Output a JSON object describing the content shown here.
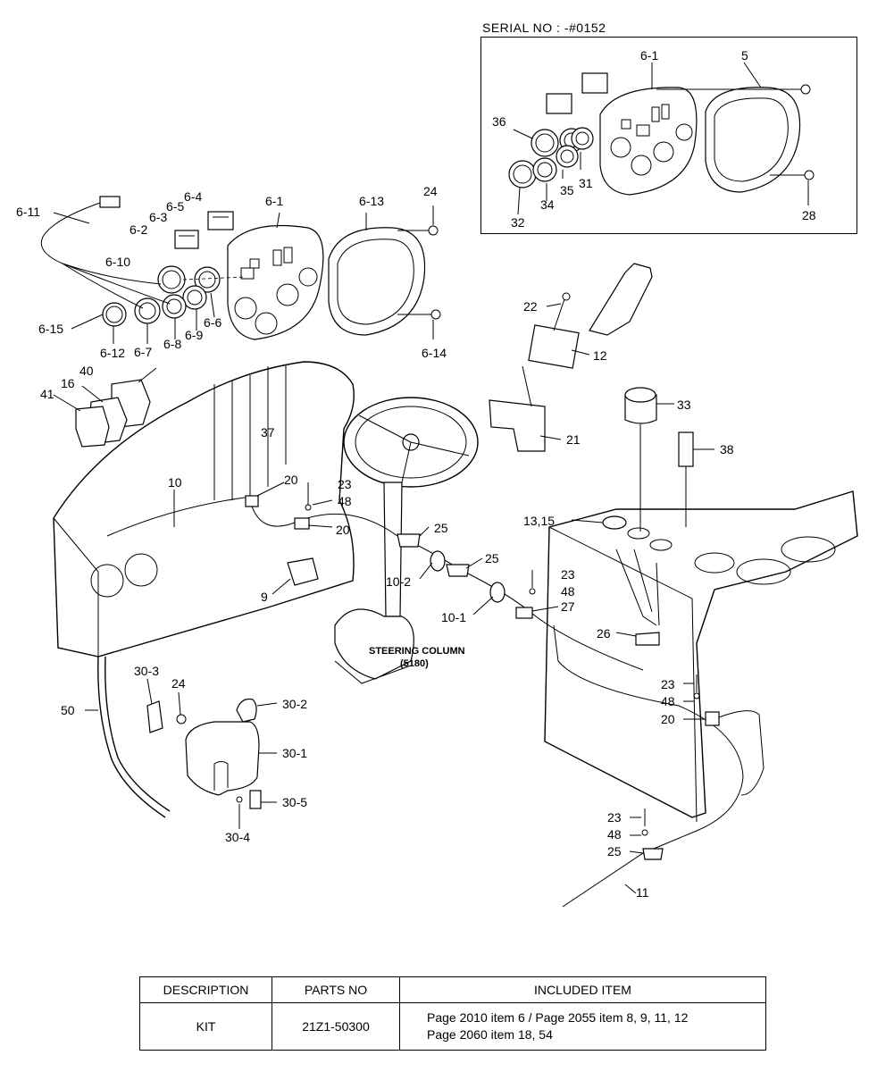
{
  "serial_box": {
    "title": "SERIAL NO : -#0152"
  },
  "labels": {
    "l_6_11": "6-11",
    "l_6_4": "6-4",
    "l_6_5": "6-5",
    "l_6_3": "6-3",
    "l_6_2": "6-2",
    "l_6_1a": "6-1",
    "l_6_13": "6-13",
    "l_24a": "24",
    "l_6_10": "6-10",
    "l_6_15": "6-15",
    "l_6_12": "6-12",
    "l_6_7": "6-7",
    "l_6_8": "6-8",
    "l_6_9": "6-9",
    "l_6_6": "6-6",
    "l_6_14": "6-14",
    "l_22": "22",
    "l_12": "12",
    "l_40": "40",
    "l_16": "16",
    "l_41": "41",
    "l_37": "37",
    "l_21": "21",
    "l_33": "33",
    "l_38": "38",
    "l_10": "10",
    "l_20a": "20",
    "l_23a": "23",
    "l_48a": "48",
    "l_20b": "20",
    "l_25a": "25",
    "l_13_15": "13,15",
    "l_10_2": "10-2",
    "l_25b": "25",
    "l_23b": "23",
    "l_48b": "48",
    "l_27": "27",
    "l_9": "9",
    "l_10_1": "10-1",
    "l_26": "26",
    "l_30_3": "30-3",
    "l_24b": "24",
    "l_30_2": "30-2",
    "l_23c": "23",
    "l_48c": "48",
    "l_20c": "20",
    "l_50": "50",
    "l_30_1": "30-1",
    "l_30_5": "30-5",
    "l_30_4": "30-4",
    "l_23d": "23",
    "l_48d": "48",
    "l_25c": "25",
    "l_11": "11",
    "s_6_1": "6-1",
    "s_5": "5",
    "s_36": "36",
    "s_31": "31",
    "s_35": "35",
    "s_34": "34",
    "s_32": "32",
    "s_28": "28"
  },
  "steering_column": {
    "line1": "STEERING COLUMN",
    "line2": "(5180)"
  },
  "kit_table": {
    "headers": {
      "description": "DESCRIPTION",
      "parts_no": "PARTS NO",
      "included_item": "INCLUDED ITEM"
    },
    "row": {
      "description": "KIT",
      "parts_no": "21Z1-50300",
      "included_line1": "Page 2010 item 6 / Page 2055 item 8, 9, 11, 12",
      "included_line2": "Page 2060 item 18, 54"
    }
  }
}
